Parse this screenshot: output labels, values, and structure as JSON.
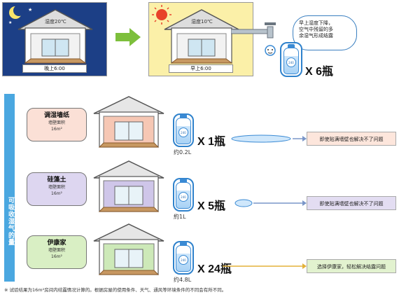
{
  "top": {
    "night_scene": {
      "temp": "湿度20℃",
      "time": "晚上6:00"
    },
    "morning_scene": {
      "temp": "湿度10℃",
      "time": "早上6:00"
    },
    "bubble_text": [
      "早上湿度下降，",
      "空气中残留的多",
      "余湿气形成结露"
    ],
    "bottle_count": "X 6瓶"
  },
  "side_label": "可吸收湿气的量",
  "rows": [
    {
      "title": "调湿墙纸",
      "sub1": "墙壁面积",
      "sub2": "16m²",
      "count": "X 1瓶",
      "volume": "约0.2L",
      "result": "即使贴满墙壁也解决不了问题",
      "house_color": "#f6c7b4",
      "box_color": "#fbe0d6",
      "result_color": "#fde6dc"
    },
    {
      "title": "硅藻土",
      "sub1": "墙壁面积",
      "sub2": "16m²",
      "count": "X 5瓶",
      "volume": "約1L",
      "result": "即使贴满墙壁也解决不了问题",
      "house_color": "#cfc6e9",
      "box_color": "#ddd6f0",
      "result_color": "#e3ddf2"
    },
    {
      "title": "伊康家",
      "sub1": "墙壁面积",
      "sub2": "16m²",
      "count": "X 24瓶",
      "volume": "约4.8L",
      "result": "选择伊康家，轻松解决结露问题",
      "house_color": "#cde9b8",
      "box_color": "#d9efc4",
      "result_color": "#e2f2cf"
    }
  ],
  "footnote": "※ 试验结果为16m²房间内结露情况计算的。根据房屋的使用条件、天气、通风等环境条件的不同会有所不同。",
  "colors": {
    "night_bg": "#1c3f86",
    "day_bg": "#fbf0a8",
    "arrow": "#7dbf3c",
    "accent_blue": "#3a8ad4"
  }
}
